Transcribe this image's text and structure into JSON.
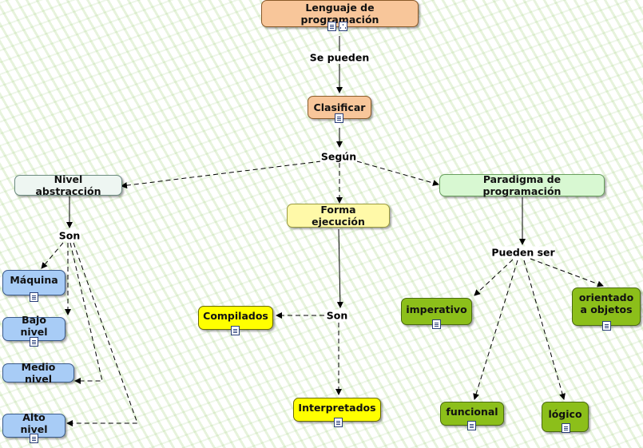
{
  "nodes": {
    "lenguaje": "Lenguaje de programación",
    "clasificar": "Clasificar",
    "nivel_abstraccion": "Nivel abstracción",
    "forma_ejecucion": "Forma ejecución",
    "paradigma": "Paradigma de programación",
    "maquina": "Máquina",
    "bajo_nivel": "Bajo nivel",
    "medio_nivel": "Medio nivel",
    "alto_nivel": "Alto nivel",
    "compilados": "Compilados",
    "interpretados": "Interpretados",
    "imperativo": "imperativo",
    "orientado": "orientado\na objetos",
    "funcional": "funcional",
    "logico": "lógico"
  },
  "link_labels": {
    "se_pueden": "Se pueden",
    "segun": "Según",
    "son_abstraccion": "Son",
    "son_ejecucion": "Son",
    "pueden_ser": "Pueden ser"
  },
  "icons": {
    "document": "document-icon",
    "submap": "concept-map-icon"
  },
  "colors": {
    "root": "#f8c69a",
    "category": "#eef6f2",
    "execution": "#fff9a8",
    "execution_leaf": "#ffff00",
    "paradigm": "#d8f8d2",
    "paradigm_leaf": "#8cbf1a",
    "abstraction_leaf": "#a8ccf6"
  }
}
